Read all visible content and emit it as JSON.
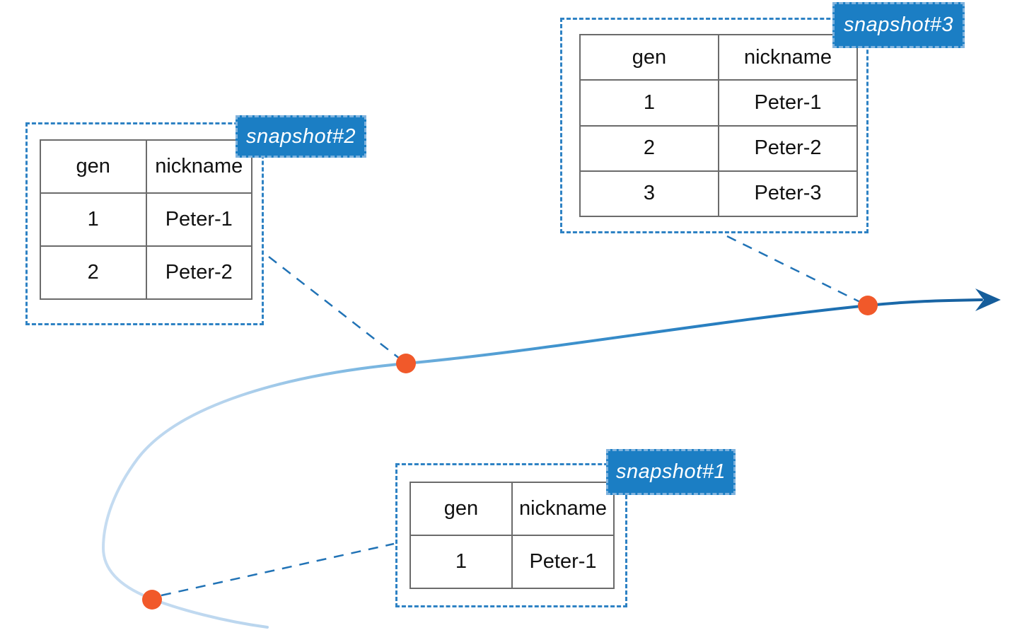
{
  "diagram_title": "table snapshots along a timeline",
  "colors": {
    "label_bg": "#1B7EC4",
    "label_border": "#7FB3DE",
    "label_text": "#FFFFFF",
    "dashed_box_border": "#2E82C4",
    "connector_line": "#2173B6",
    "dot_fill": "#F1592A",
    "curve_gradient_start": "#C9DEF2",
    "curve_gradient_end": "#155D9B",
    "arrowhead": "#155D9B",
    "table_border": "#6B6B6B",
    "table_text": "#111111"
  },
  "snapshots": [
    {
      "label": "snapshot#1",
      "columns": [
        "gen",
        "nickname"
      ],
      "rows": [
        [
          "1",
          "Peter-1"
        ]
      ]
    },
    {
      "label": "snapshot#2",
      "columns": [
        "gen",
        "nickname"
      ],
      "rows": [
        [
          "1",
          "Peter-1"
        ],
        [
          "2",
          "Peter-2"
        ]
      ]
    },
    {
      "label": "snapshot#3",
      "columns": [
        "gen",
        "nickname"
      ],
      "rows": [
        [
          "1",
          "Peter-1"
        ],
        [
          "2",
          "Peter-2"
        ],
        [
          "3",
          "Peter-3"
        ]
      ]
    }
  ]
}
